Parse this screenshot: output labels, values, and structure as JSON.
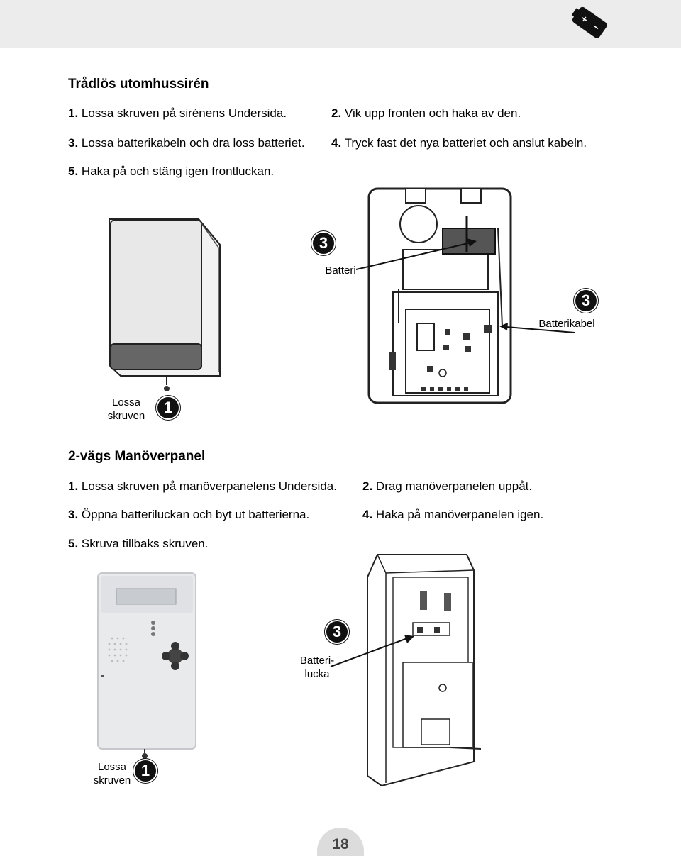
{
  "header": {
    "icon": "battery-icon"
  },
  "siren": {
    "title": "Trådlös utomhussirén",
    "steps": [
      {
        "num": "1.",
        "text": " Lossa skruven på sirénens Undersida."
      },
      {
        "num": "2.",
        "text": " Vik upp fronten och haka av den."
      },
      {
        "num": "3.",
        "text": " Lossa batterikabeln och dra loss batteriet."
      },
      {
        "num": "4.",
        "text": " Tryck fast det nya batteriet och anslut kabeln."
      },
      {
        "num": "5.",
        "text": " Haka på och stäng igen frontluckan."
      }
    ],
    "labels": {
      "battery": "Batteri",
      "battery_cable": "Batterikabel",
      "loosen_line1": "Lossa",
      "loosen_line2": "skruven"
    },
    "badges": {
      "one": "1",
      "three": "3"
    }
  },
  "panel": {
    "title": "2-vägs Manöverpanel",
    "steps": [
      {
        "num": "1.",
        "text": " Lossa skruven på manöverpanelens Undersida."
      },
      {
        "num": "2.",
        "text": " Drag manöverpanelen uppåt."
      },
      {
        "num": "3.",
        "text": " Öppna batteriluckan och byt ut batterierna."
      },
      {
        "num": "4.",
        "text": " Haka på manöverpanelen igen."
      },
      {
        "num": "5.",
        "text": " Skruva tillbaks skruven."
      }
    ],
    "labels": {
      "hatch_line1": "Batteri-",
      "hatch_line2": "lucka",
      "loosen_line1": "Lossa",
      "loosen_line2": "skruven"
    },
    "badges": {
      "one": "1",
      "three": "3"
    }
  },
  "footer": {
    "page_number": "18"
  }
}
